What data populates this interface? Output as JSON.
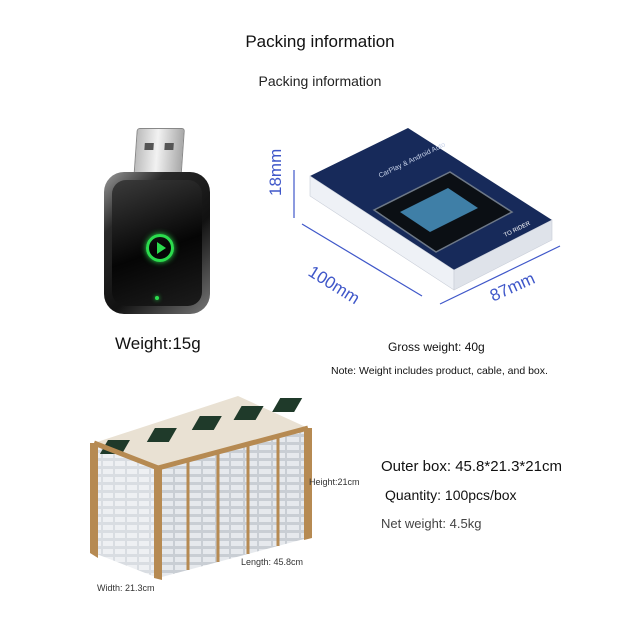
{
  "header": {
    "title": "Packing information",
    "subtitle": "Packing information"
  },
  "device": {
    "weight": "Weight:15g",
    "icon": "play-icon"
  },
  "retail_box": {
    "dim_height": "18mm",
    "dim_length": "100mm",
    "dim_width": "87mm",
    "box_title": "CarPlay & Android Auto",
    "brand": "TO RIDER",
    "gross_weight": "Gross weight: 40g",
    "note": "Note: Weight includes product, cable, and box."
  },
  "carton": {
    "height_label": "Height:21cm",
    "length_label": "Length: 45.8cm",
    "width_label": "Width: 21.3cm",
    "outer_box": "Outer box: 45.8*21.3*21cm",
    "quantity": "Quantity: 100pcs/box",
    "net_weight": "Net weight: 4.5kg"
  },
  "colors": {
    "dimension_blue": "#3f57c9",
    "led_green": "#2bdc4d",
    "carton_brown": "#b68a52"
  }
}
